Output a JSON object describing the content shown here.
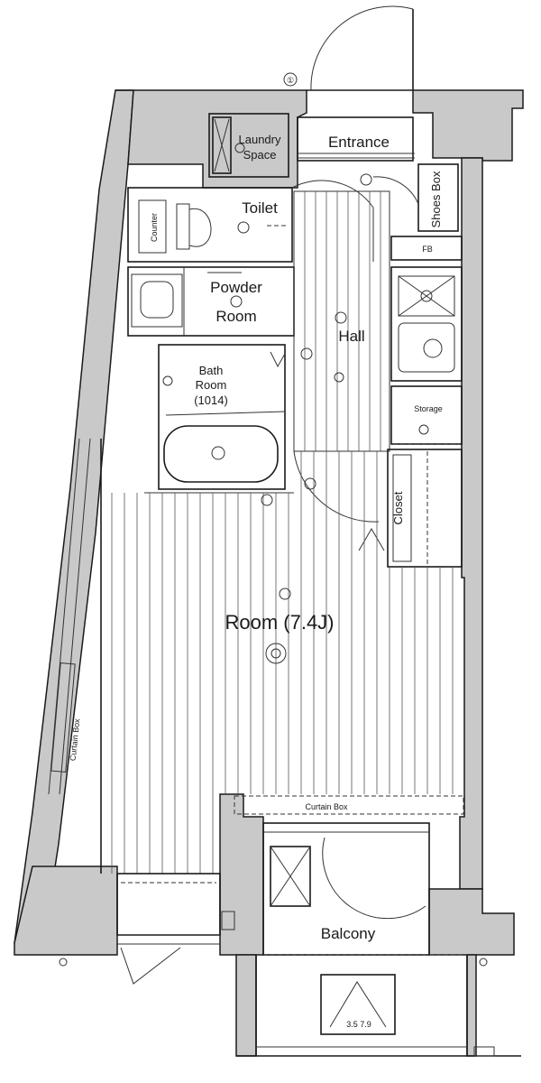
{
  "rooms": {
    "entrance": "Entrance",
    "laundry_line1": "Laundry",
    "laundry_line2": "Space",
    "toilet": "Toilet",
    "powder_line1": "Powder",
    "powder_line2": "Room",
    "bath_line1": "Bath",
    "bath_line2": "Room",
    "bath_line3": "(1014)",
    "hall": "Hall",
    "room": "Room (7.4J)",
    "balcony": "Balcony"
  },
  "storage": {
    "shoes_box": "Shoes Box",
    "storage": "Storage",
    "closet": "Closet",
    "curtain_box": "Curtain Box",
    "counter": "Counter"
  },
  "marks": {
    "column": "①",
    "hatch": "3.5 7.9"
  }
}
